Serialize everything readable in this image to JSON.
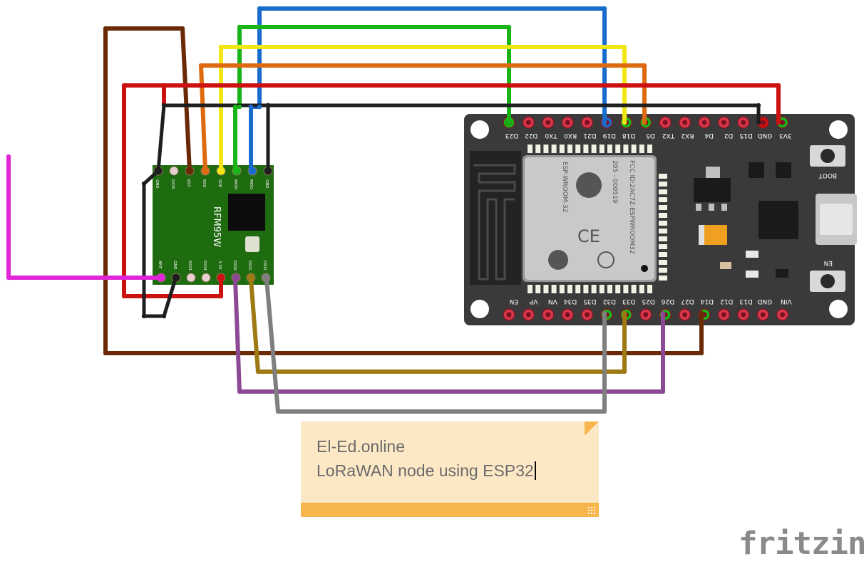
{
  "board": {
    "top_pins": [
      "D23",
      "D22",
      "TX0",
      "RX0",
      "D21",
      "D19",
      "D18",
      "D5",
      "TX2",
      "RX2",
      "D4",
      "D2",
      "D15",
      "GND",
      "3V3"
    ],
    "bottom_pins": [
      "EN",
      "VP",
      "VN",
      "D34",
      "D35",
      "D32",
      "D33",
      "D25",
      "D26",
      "D27",
      "D14",
      "D12",
      "D13",
      "GND",
      "VIN"
    ],
    "module_text": [
      "ESP-WROOM-32",
      "205 - 000519",
      "FCC ID:2AC7Z-ESPWROOM32"
    ],
    "boot_label": "BOOT",
    "en_label": "EN"
  },
  "lora": {
    "name": "RFM95W",
    "top_pins": [
      "GND",
      "DIO5",
      "RST",
      "NSS",
      "SCK",
      "MOSI",
      "MISO",
      "GND"
    ],
    "bottom_pins": [
      "ANT",
      "GND",
      "DIO3",
      "DIO4",
      "3.3V",
      "DIO0",
      "DIO1",
      "DIO2"
    ]
  },
  "note": {
    "line1": "El-Ed.online",
    "line2": "LoRaWAN node using ESP32"
  },
  "brand": "fritzing",
  "colors": {
    "board": "#3a3a3a",
    "pcb": "#1f6b10",
    "wire_red": "#cc1111",
    "wire_black": "#1e1e1e",
    "wire_brown": "#6b2a06",
    "wire_orange": "#dd6a10",
    "wire_yellow": "#f2e615",
    "wire_green": "#18b418",
    "wire_blue": "#1a6ccc",
    "wire_magenta": "#e024d8",
    "wire_gold": "#9e7a12",
    "wire_purple": "#8c4a94",
    "wire_gray": "#7f7f7f"
  }
}
